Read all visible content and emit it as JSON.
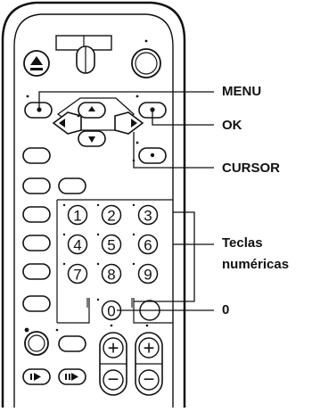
{
  "callouts": {
    "menu": "MENU",
    "ok": "OK",
    "cursor": "CURSOR",
    "number_keys_line1": "Teclas",
    "number_keys_line2": "numéricas",
    "zero": "0"
  },
  "keypad": {
    "digits": [
      "1",
      "2",
      "3",
      "4",
      "5",
      "6",
      "7",
      "8",
      "9",
      "0"
    ]
  },
  "volume": {
    "plus": "+",
    "minus": "−"
  },
  "icons": [
    "eject-icon",
    "arrow-up-icon",
    "arrow-left-icon",
    "arrow-right-icon",
    "arrow-down-icon",
    "play-icon",
    "step-icon"
  ]
}
